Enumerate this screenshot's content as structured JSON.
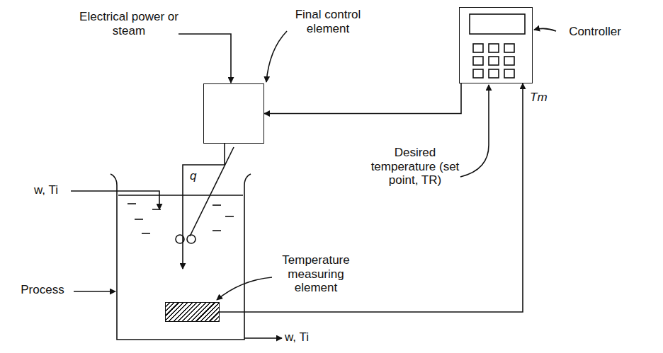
{
  "diagram": {
    "nodes": [
      {
        "text": [
          "Final control element"
        ]
      },
      {
        "text": [
          "Controller"
        ]
      },
      {
        "text": [
          "Process"
        ]
      },
      {
        "text": [
          "Temperature measuring element"
        ],
        "in": 2
      }
    ],
    "edges": [
      {
        "from": 1,
        "to": 0,
        "arrow": "to"
      },
      {
        "from": 3,
        "to": 1,
        "label": "Tm",
        "arrow": "to"
      },
      {
        "from": 0,
        "to": 2,
        "label": "q",
        "arrow": "to"
      }
    ],
    "labels": [
      "Electrical power or steam",
      "Desired temperature (set point, TR)",
      "w, Ti",
      "w, Ti"
    ]
  }
}
